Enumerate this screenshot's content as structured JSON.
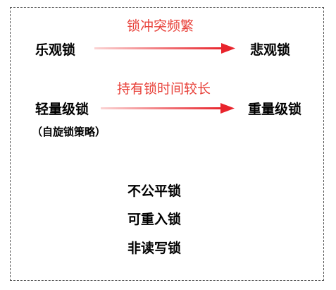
{
  "row1": {
    "left": "乐观锁",
    "right": "悲观锁",
    "arrow_label": "锁冲突频繁"
  },
  "row2": {
    "left": "轻量级锁",
    "left_sub": "（自旋锁策略）",
    "right": "重量级锁",
    "arrow_label": "持有锁时间较长"
  },
  "list": [
    "不公平锁",
    "可重入锁",
    "非读写锁"
  ],
  "colors": {
    "arrow_start": "#fbd3d3",
    "arrow_end": "#e8242c",
    "label": "#e8413a",
    "border": "#555555"
  }
}
